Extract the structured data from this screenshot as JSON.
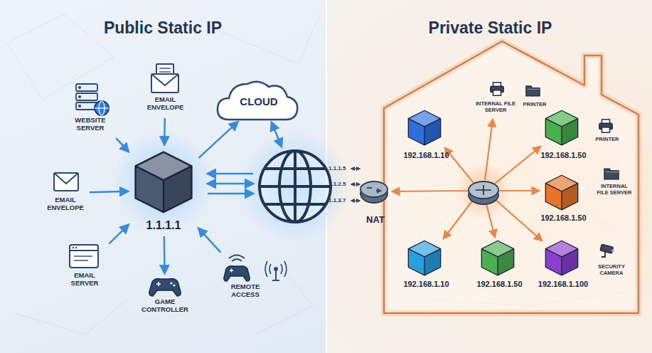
{
  "diagram": {
    "nodes": [
      {
        "text": [
          "Public Static IP"
        ]
      },
      {
        "text": [
          "WEBSITE SERVER"
        ],
        "in": 0
      },
      {
        "text": [
          "EMAIL ENVELOPE"
        ],
        "in": 0
      },
      {
        "text": [
          "CLOUD"
        ],
        "in": 0
      },
      {
        "text": [
          "EMAIL ENVELOPE"
        ],
        "in": 0
      },
      {
        "text": [
          "1.1.1.1"
        ],
        "in": 0
      },
      {
        "text": [
          "EMAIL SERVER"
        ],
        "in": 0
      },
      {
        "text": [
          "GAME CONTROLLER"
        ],
        "in": 0
      },
      {
        "text": [
          "REMOTE ACCESS"
        ],
        "in": 0
      },
      {
        "text": [
          "Private Static IP"
        ]
      },
      {
        "text": [
          "NAT"
        ],
        "in": 9
      },
      {
        "text": [
          "192.168.1.10"
        ],
        "in": 9
      },
      {
        "text": [
          "INTERNAL FILE SERVER",
          "PRINTER"
        ],
        "in": 9
      },
      {
        "text": [
          "192.168.1.50",
          "PRINTER"
        ],
        "in": 9
      },
      {
        "text": [
          "192.168.1.50",
          "INTERNAL FILE SERVER"
        ],
        "in": 9
      },
      {
        "text": [
          "192.168.1.10"
        ],
        "in": 9
      },
      {
        "text": [
          "192.168.1.50"
        ],
        "in": 9
      },
      {
        "text": [
          "192.168.1.100",
          "SECURITY CAMERA"
        ],
        "in": 9
      }
    ],
    "edges": [
      {
        "from": 1,
        "to": 5,
        "arrow": "to"
      },
      {
        "from": 2,
        "to": 5,
        "arrow": "to"
      },
      {
        "from": 5,
        "to": 3,
        "arrow": "to"
      },
      {
        "from": 4,
        "to": 5,
        "arrow": "to"
      },
      {
        "from": 6,
        "to": 5,
        "arrow": "to"
      },
      {
        "from": 5,
        "to": 7,
        "arrow": "to"
      },
      {
        "from": 8,
        "to": 5,
        "arrow": "to"
      }
    ],
    "labels": [
      "1.1.1.5",
      "1.1.2.5",
      "1.1.3.7"
    ]
  }
}
